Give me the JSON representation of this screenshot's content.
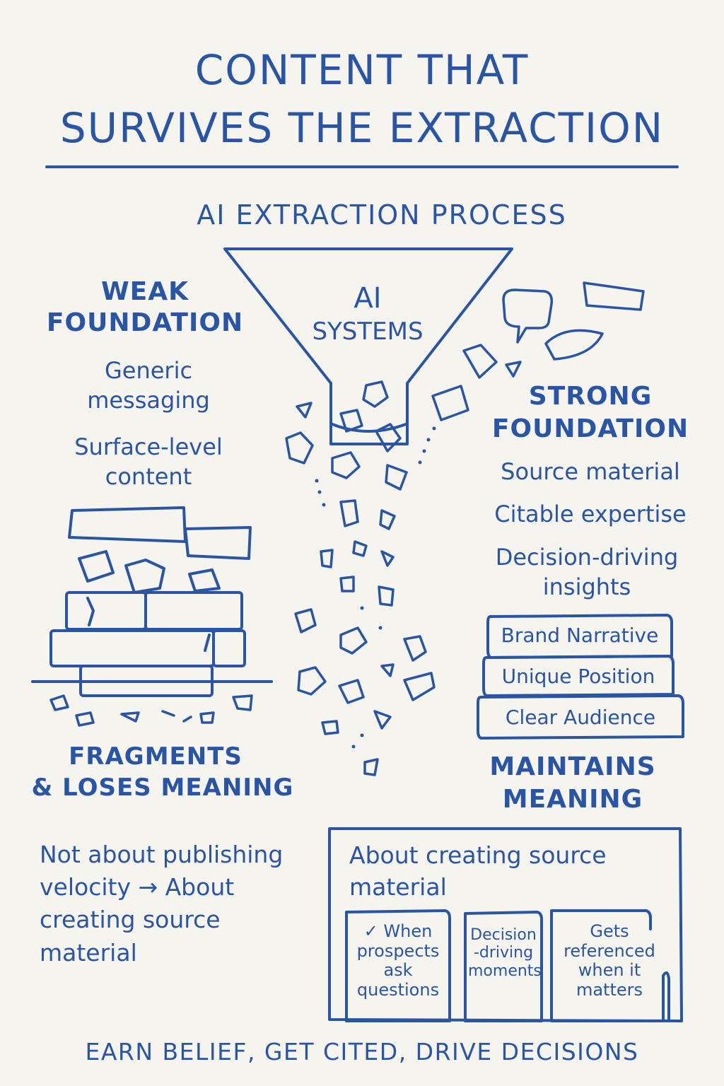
{
  "header": {
    "title_line1": "CONTENT THAT",
    "title_line2": "SURVIVES THE EXTRACTION"
  },
  "process": {
    "label": "AI EXTRACTION PROCESS",
    "funnel_line1": "AI",
    "funnel_line2": "SYSTEMS"
  },
  "weak": {
    "heading_line1": "WEAK",
    "heading_line2": "FOUNDATION",
    "items": [
      "Generic messaging",
      "Surface-level content"
    ],
    "outcome_line1": "FRAGMENTS",
    "outcome_line2": "& LOSES MEANING"
  },
  "strong": {
    "heading_line1": "STRONG",
    "heading_line2": "FOUNDATION",
    "items": [
      "Source material",
      "Citable expertise",
      "Decision-driving insights"
    ],
    "stack": [
      "Brand Narrative",
      "Unique Position",
      "Clear Audience"
    ],
    "outcome_line1": "MAINTAINS",
    "outcome_line2": "MEANING"
  },
  "note": {
    "text": "Not about publishing velocity → About creating source material"
  },
  "box": {
    "heading": "About creating source material",
    "cards": [
      "✓ When prospects ask questions",
      "Decision -driving moments",
      "Gets referenced when it matters"
    ]
  },
  "footer": {
    "tagline": "EARN BELIEF, GET CITED, DRIVE DECISIONS"
  }
}
